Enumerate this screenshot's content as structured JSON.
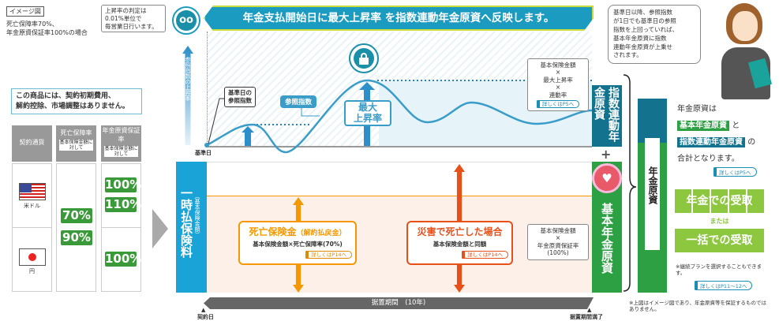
{
  "image_label": "イメージ図",
  "condition": [
    "死亡保障率70%、",
    "年金原資保証率100%の場合"
  ],
  "rate_note": [
    "上昇率の判定は",
    "0.01%単位で",
    "毎営業日行います。"
  ],
  "banner": "年金支払開始日に最大上昇率 を指数連動年金原資へ反映します。",
  "axis_up_label": "参照指数の上昇率",
  "base_date": "基準日",
  "base_index_label": [
    "基準日の",
    "参照指数"
  ],
  "ref_index_label": "参照指数",
  "max_rate_label": [
    "最大",
    "上昇率"
  ],
  "index_calc": [
    "基本保険金額",
    "×",
    "最大上昇率",
    "×",
    "連動率"
  ],
  "index_calc_link": "詳しくはP5へ",
  "index_fund": "指数連動年金原資",
  "basic_fund": "基本年金原資",
  "premium_label": "一時払保険料",
  "premium_sub": "（基本保険金額）",
  "death_box": {
    "title": "死亡保険金",
    "title_sub": "（解約払戻金）",
    "desc": "基本保険金額×死亡保障率(70%)",
    "link": "詳しくはP14へ"
  },
  "accident_box": {
    "title": "災害で死亡した場合",
    "desc": "基本保険金額と同額",
    "link": "詳しくはP14へ"
  },
  "basic_calc": [
    "基本保険金額",
    "×",
    "年金原資保証率",
    "(100%)"
  ],
  "deferral": "据置期間　(10年)",
  "contract_date": "契約日",
  "deferral_end": "据置期間満了",
  "no_fee_note": [
    "この商品には、契約初期費用、",
    "解約控除、市場調整はありません。"
  ],
  "table": {
    "headers": [
      {
        "label": "契約通貨"
      },
      {
        "label": "死亡保障率",
        "sub": "基本保険金額に対して"
      },
      {
        "label": "年金原資保証率",
        "sub": "基本保険金額に対して"
      }
    ],
    "rows": [
      {
        "currency": "米ドル",
        "guarantee": [
          "100%",
          "110%"
        ]
      },
      {
        "currency": "円",
        "guarantee": [
          "100%"
        ]
      }
    ],
    "death_rates": [
      "70%",
      "90%"
    ]
  },
  "speech": [
    "基準日以降、参照指数",
    "が1日でも基準日の参照",
    "指数を上回っていれば、",
    "基本年金原資に指数",
    "連動年金原資が上乗せ",
    "されます。"
  ],
  "total_fund": "年金原資",
  "summary": {
    "line1": "年金原資は",
    "basic": "基本年金原資",
    "and": "と",
    "index": "指数連動年金原資",
    "of": "の",
    "line4": "合計となります。",
    "link": "詳しくはP5へ"
  },
  "receive_pension": "年金での受取",
  "or": "または",
  "receive_lump": "一括での受取",
  "plan_note": "※継続プランを選択することもできます。",
  "plan_link": "詳しくはP11～12へ",
  "footnote": "※上図はイメージ図であり、年金原資等を保証するものではありません。",
  "colors": {
    "teal": "#1a9bbf",
    "dark_teal": "#13728e",
    "green": "#2ea044",
    "lime": "#8dc63f",
    "orange": "#f39800",
    "red": "#e8501a"
  }
}
